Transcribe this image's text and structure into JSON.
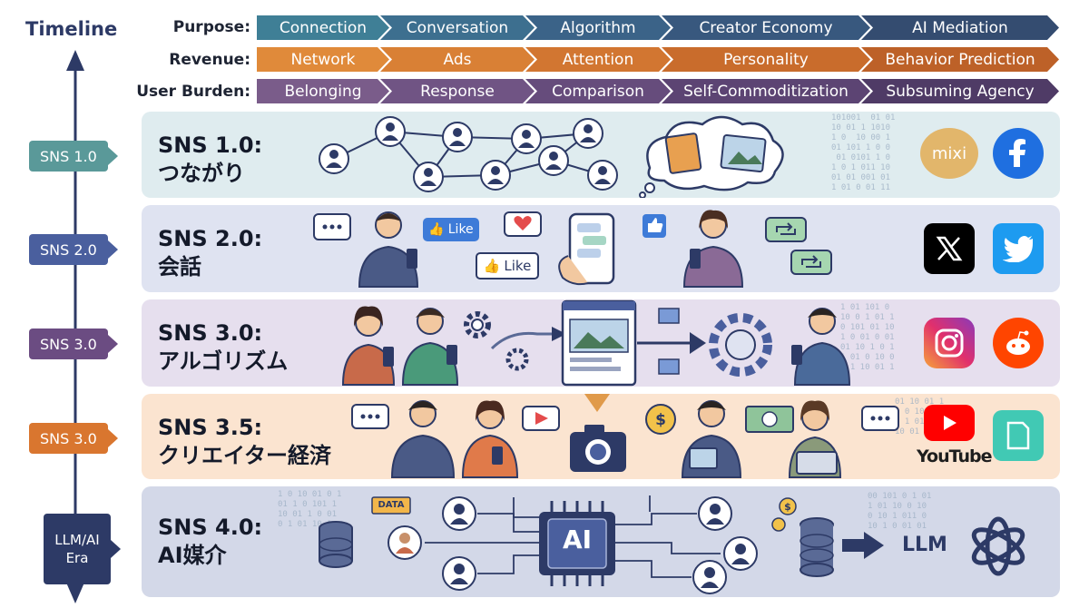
{
  "timeline": {
    "title": "Timeline",
    "eras": [
      "SNS 1.0",
      "SNS 2.0",
      "SNS 3.0",
      "SNS 3.0",
      "LLM/AI Era"
    ]
  },
  "header": {
    "purpose_label": "Purpose:",
    "revenue_label": "Revenue:",
    "burden_label": "User Burden:",
    "purpose": [
      "Connection",
      "Conversation",
      "Algorithm",
      "Creator Economy",
      "AI Mediation"
    ],
    "revenue": [
      "Network",
      "Ads",
      "Attention",
      "Personality",
      "Behavior Prediction"
    ],
    "burden": [
      "Belonging",
      "Response",
      "Comparison",
      "Self-Commoditization",
      "Subsuming Agency"
    ]
  },
  "eras": [
    {
      "title_line1": "SNS 1.0:",
      "title_line2": "つながり",
      "platforms": [
        "mixi",
        "facebook-icon"
      ]
    },
    {
      "title_line1": "SNS 2.0:",
      "title_line2": "会話",
      "like_label": "Like",
      "platforms": [
        "x-icon",
        "twitter-icon"
      ]
    },
    {
      "title_line1": "SNS 3.0:",
      "title_line2": "アルゴリズム",
      "platforms": [
        "instagram-icon",
        "reddit-icon"
      ]
    },
    {
      "title_line1": "SNS 3.5:",
      "title_line2": "クリエイター経済",
      "youtube_label": "YouTube",
      "platforms": [
        "youtube-icon",
        "note-icon"
      ]
    },
    {
      "title_line1": "SNS 4.0:",
      "title_line2": "AI媒介",
      "chip_label": "AI",
      "data_label": "DATA",
      "llm_label": "LLM",
      "platforms": [
        "openai-icon"
      ]
    }
  ],
  "colors": {
    "navy": "#2d3a66",
    "era1": "#4f8f8f",
    "era2": "#4a5f9e",
    "era3": "#6b4c82",
    "era35": "#d9762f",
    "era4": "#2d3a66",
    "purpose_start": "#3f7f96",
    "revenue_start": "#e08a3a",
    "burden_start": "#7a5c8a"
  }
}
